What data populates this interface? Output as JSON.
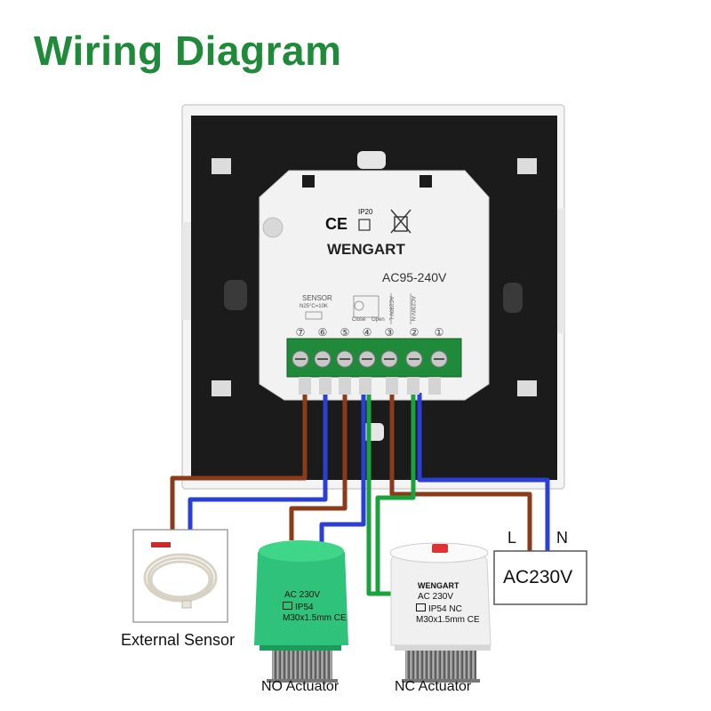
{
  "title": "Wiring Diagram",
  "thermostat": {
    "brand": "WENGART",
    "voltage": "AC95-240V",
    "ce_mark": "CE",
    "ip_rating": "IP20",
    "sensor_label": "SENSOR",
    "sensor_spec": "N25°C=10K",
    "close_label": "Close",
    "open_label": "Open",
    "l_label": "AC230V-L",
    "n_label": "AC230V-N",
    "terminal_numbers": [
      "⑦",
      "⑥",
      "⑤",
      "④",
      "③",
      "②",
      "①"
    ]
  },
  "power": {
    "label": "AC230V",
    "live": "L",
    "neutral": "N"
  },
  "sensor": {
    "caption": "External Sensor"
  },
  "no_actuator": {
    "caption": "NO Actuator",
    "line1": "AC 230V",
    "line2": "IP54",
    "line3": "M30x1.5mm",
    "line3_mark": "CE"
  },
  "nc_actuator": {
    "caption": "NC Actuator",
    "brand": "WENGART",
    "line1": "AC 230V",
    "line2": "IP54 NC",
    "line3": "M30x1.5mm",
    "line3_mark": "CE"
  },
  "colors": {
    "title": "#1e8a3a",
    "brown_wire": "#8b3a1a",
    "blue_wire": "#2a3fd6",
    "green_wire": "#1aa33c",
    "terminal_green": "#1f8a3a",
    "no_actuator": "#2ec27a",
    "backplate": "#1c1c1c"
  }
}
